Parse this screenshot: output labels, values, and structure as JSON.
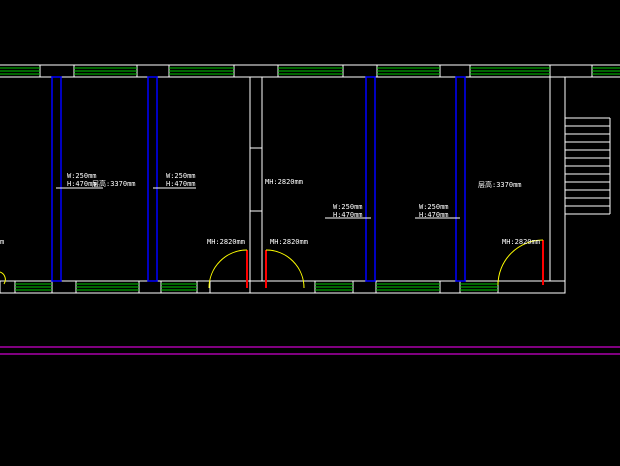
{
  "colors": {
    "background": "#000000",
    "wall": "#ffffff",
    "window": "#00c800",
    "column": "#0000ff",
    "door_swing": "#ffff00",
    "door_leaf": "#ff0000",
    "axis_line": "#ff00ff"
  },
  "labels": {
    "beam_w_1": "W:250mm",
    "beam_h_1": "H:470mm",
    "ceiling_1": "层高:3370mm",
    "beam_w_2": "W:250mm",
    "beam_h_2": "H:470mm",
    "corridor_mh": "MH:2820mm",
    "beam_w_3": "W:250mm",
    "beam_h_3": "H:470mm",
    "beam_w_4": "W:250mm",
    "beam_h_4": "H:470mm",
    "ceiling_2": "层高:3370mm",
    "door_mh_1": "MH:2820mm",
    "door_mh_2": "MH:2820mm",
    "door_mh_3": "MH:2820mm",
    "left_cut": "m"
  }
}
